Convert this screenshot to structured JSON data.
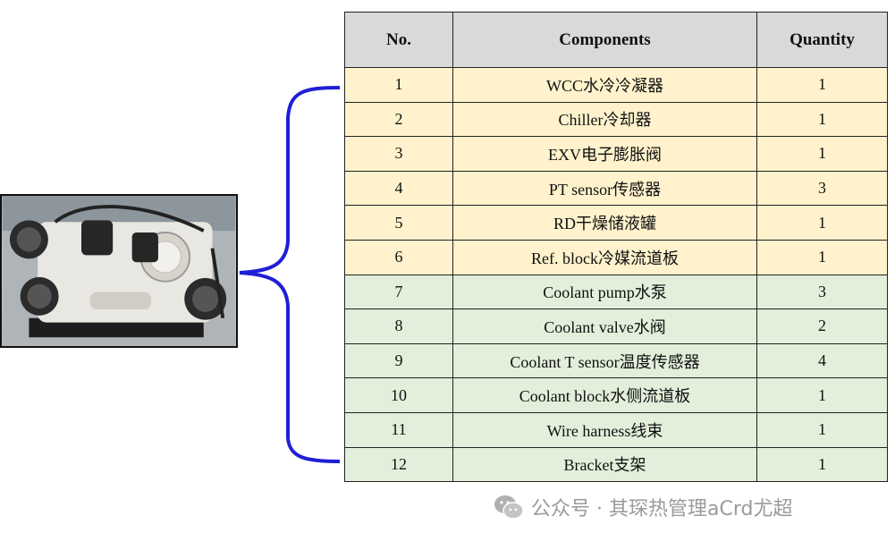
{
  "table": {
    "headers": [
      "No.",
      "Components",
      "Quantity"
    ],
    "rows": [
      {
        "no": "1",
        "component": "WCC水冷冷凝器",
        "quantity": "1",
        "group": "a"
      },
      {
        "no": "2",
        "component": "Chiller冷却器",
        "quantity": "1",
        "group": "a"
      },
      {
        "no": "3",
        "component": "EXV电子膨胀阀",
        "quantity": "1",
        "group": "a"
      },
      {
        "no": "4",
        "component": "PT sensor传感器",
        "quantity": "3",
        "group": "a"
      },
      {
        "no": "5",
        "component": "RD干燥储液罐",
        "quantity": "1",
        "group": "a"
      },
      {
        "no": "6",
        "component": "Ref. block冷媒流道板",
        "quantity": "1",
        "group": "a"
      },
      {
        "no": "7",
        "component": "Coolant pump水泵",
        "quantity": "3",
        "group": "b"
      },
      {
        "no": "8",
        "component": "Coolant valve水阀",
        "quantity": "2",
        "group": "b"
      },
      {
        "no": "9",
        "component": "Coolant T sensor温度传感器",
        "quantity": "4",
        "group": "b"
      },
      {
        "no": "10",
        "component": "Coolant block水侧流道板",
        "quantity": "1",
        "group": "b"
      },
      {
        "no": "11",
        "component": "Wire harness线束",
        "quantity": "1",
        "group": "b"
      },
      {
        "no": "12",
        "component": "Bracket支架",
        "quantity": "1",
        "group": "b"
      }
    ]
  },
  "colors": {
    "header_bg": "#d9d9d9",
    "refrigerant_group_bg": "#fff2cc",
    "coolant_group_bg": "#e2efda",
    "brace": "#1f1fd6"
  },
  "watermark": {
    "icon": "wechat-icon",
    "text": "公众号 · 其琛热管理aCrd尤超"
  },
  "photo": {
    "icon": "thermal-module-photo"
  }
}
